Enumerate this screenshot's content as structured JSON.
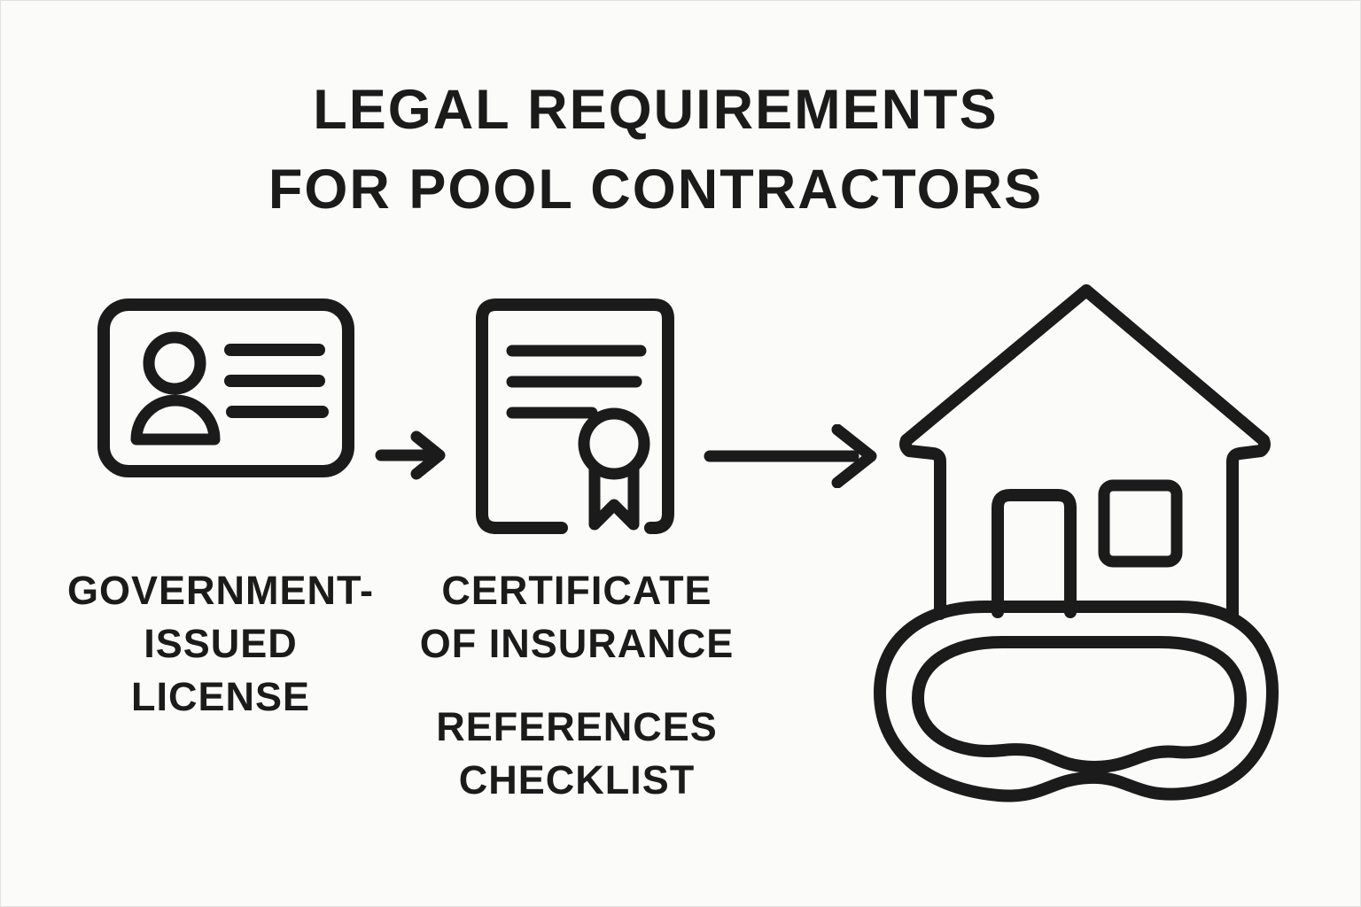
{
  "title": {
    "line1": "LEGAL REQUIREMENTS",
    "line2": "FOR POOL CONTRACTORS"
  },
  "steps": [
    {
      "icon": "id-card-icon",
      "label_lines": [
        "GOVERNMENT-",
        "ISSUED",
        "LICENSE"
      ]
    },
    {
      "icon": "certificate-ribbon-icon",
      "label_lines": [
        "CERTIFICATE",
        "OF INSURANCE"
      ],
      "secondary_label_lines": [
        "REFERENCES",
        "CHECKLIST"
      ]
    },
    {
      "icon": "house-with-pool-icon",
      "label_lines": []
    }
  ],
  "connectors": [
    "arrow-right-icon",
    "arrow-right-icon"
  ],
  "colors": {
    "ink": "#1b1b1b",
    "background": "#fbfbf9"
  }
}
